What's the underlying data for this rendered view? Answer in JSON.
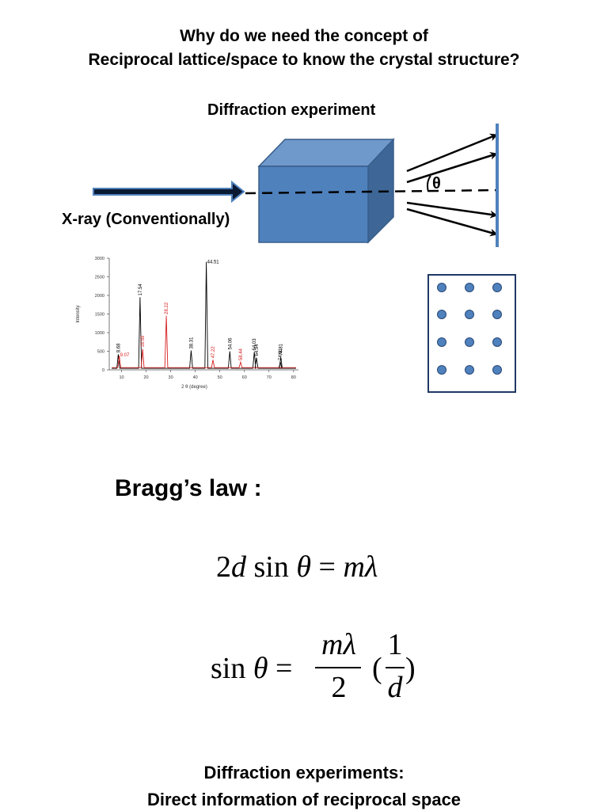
{
  "slide": {
    "title_line1": "Why do we need the concept of",
    "title_line2": "Reciprocal lattice/space to know the crystal structure?",
    "diffraction_label": "Diffraction experiment",
    "xray_label": "X-ray (Conventionally)",
    "theta_symbol": "θ",
    "bragg_heading": "Bragg’s  law :",
    "footer_line1": "Diffraction experiments:",
    "footer_line2": "Direct information of reciprocal space"
  },
  "equations": {
    "eq1_lhs_2": "2",
    "eq1_lhs_d": "d",
    "eq1_sin": " sin ",
    "eq1_theta": "θ",
    "eq1_equals": " = ",
    "eq1_rhs": "mλ",
    "eq2_sin": "sin ",
    "eq2_theta": "θ",
    "eq2_equals": " =",
    "eq2_num": "mλ",
    "eq2_den": "2",
    "eq2_paren_l": "(",
    "eq2_inv_num": "1",
    "eq2_inv_den": "d",
    "eq2_paren_r": ")"
  },
  "colors": {
    "cube_front": "#4f81bd",
    "cube_top": "#6f98cb",
    "cube_side": "#3e6797",
    "cube_edge": "#385d8a",
    "screen": "#4f81bd",
    "dot": "#4f81bd",
    "xrd_black": "#000000",
    "xrd_red": "#d62020"
  },
  "chart_data": {
    "type": "line",
    "xlabel": "2 θ  (degree)",
    "ylabel": "Intensity",
    "xlim": [
      5,
      82
    ],
    "ylim": [
      0,
      3000
    ],
    "x_ticks": [
      10,
      20,
      30,
      40,
      50,
      60,
      70,
      80
    ],
    "y_ticks": [
      0,
      500,
      1000,
      1500,
      2000,
      2500,
      3000
    ],
    "grid": false,
    "series": [
      {
        "color": "black",
        "peaks": [
          {
            "x": 8.68,
            "y": 420,
            "label": "8.68"
          },
          {
            "x": 17.54,
            "y": 1950,
            "label": "17.54"
          },
          {
            "x": 38.31,
            "y": 520,
            "label": "38.31"
          },
          {
            "x": 44.51,
            "y": 2900,
            "label": "44.51"
          },
          {
            "x": 54.06,
            "y": 500,
            "label": "54.06"
          },
          {
            "x": 64.94,
            "y": 330,
            "label": "64.94"
          },
          {
            "x": 64.03,
            "y": 480,
            "label": "64.03"
          },
          {
            "x": 74.61,
            "y": 210,
            "label": "74.61"
          },
          {
            "x": 74.81,
            "y": 340,
            "label": "74.81"
          }
        ]
      },
      {
        "color": "red",
        "peaks": [
          {
            "x": 9.07,
            "y": 380,
            "label": "9.07"
          },
          {
            "x": 18.59,
            "y": 560,
            "label": "18.59"
          },
          {
            "x": 28.22,
            "y": 1450,
            "label": "28.22"
          },
          {
            "x": 47.22,
            "y": 270,
            "label": "47.22"
          },
          {
            "x": 58.44,
            "y": 210,
            "label": "58.44"
          }
        ]
      }
    ]
  }
}
